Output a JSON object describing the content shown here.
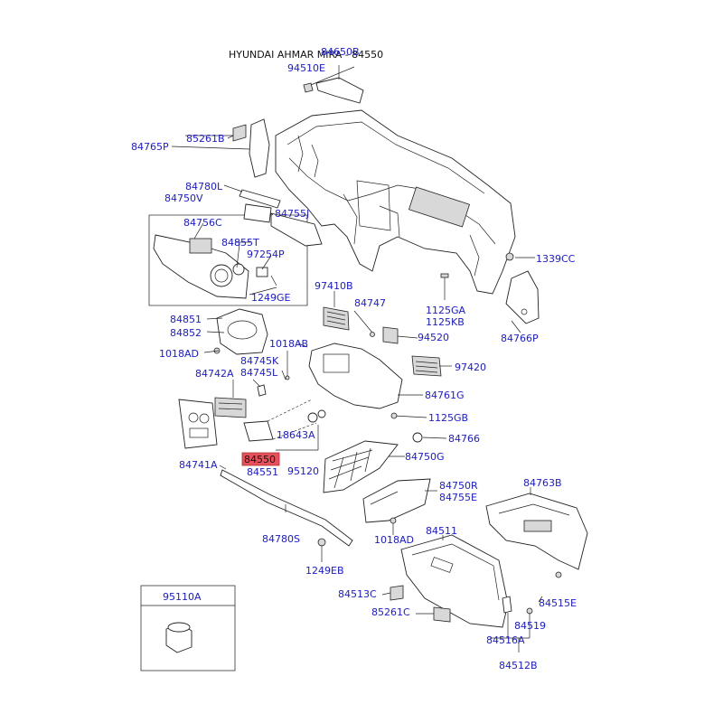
{
  "header": {
    "title": "HYUNDAI AHMAR MIRA - 84550",
    "overlap": "84650B"
  },
  "labels": {
    "p94510E": "94510E",
    "p84765P": "84765P",
    "p85261B": "85261B",
    "p84780L": "84780L",
    "p84750V": "84750V",
    "p84755J": "84755J",
    "p84756C": "84756C",
    "p84855T": "84855T",
    "p97254P": "97254P",
    "p1249GE": "1249GE",
    "p1339CC": "1339CC",
    "p1125GA": "1125GA",
    "p1125KB": "1125KB",
    "p84766P": "84766P",
    "p97410B": "97410B",
    "p84747": "84747",
    "p94520": "94520",
    "p97420": "97420",
    "p84851": "84851",
    "p84852": "84852",
    "p1018AB": "1018AB",
    "p1018AD_a": "1018AD",
    "p84745K": "84745K",
    "p84745L": "84745L",
    "p84742A": "84742A",
    "p84761G": "84761G",
    "p1125GB": "1125GB",
    "p84766": "84766",
    "p18643A": "18643A",
    "p84550": "84550",
    "p84551": "84551",
    "p95120": "95120",
    "p84741A": "84741A",
    "p84750G": "84750G",
    "p84750R": "84750R",
    "p84755E": "84755E",
    "p84763B": "84763B",
    "p84780S": "84780S",
    "p1018AD_b": "1018AD",
    "p84511": "84511",
    "p1249EB": "1249EB",
    "p84513C": "84513C",
    "p85261C": "85261C",
    "p84515E": "84515E",
    "p84519": "84519",
    "p84516A": "84516A",
    "p84512B": "84512B",
    "p95110A": "95110A"
  },
  "highlight": {
    "part": "84550",
    "color": "#e8505b"
  }
}
